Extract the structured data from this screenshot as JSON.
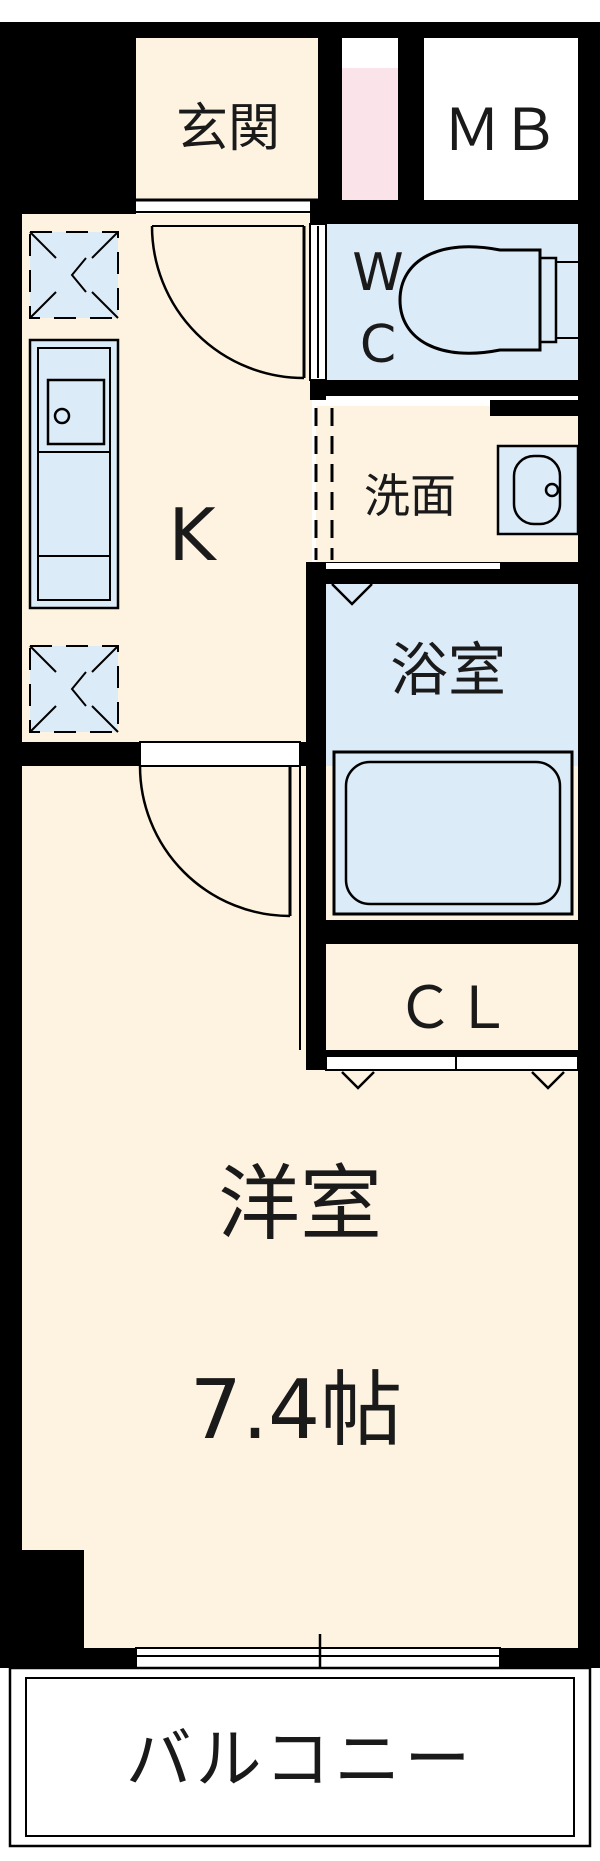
{
  "rooms": {
    "entrance": "玄関",
    "meter_box": "ＭＢ",
    "toilet_line1": "W",
    "toilet_line2": "C",
    "kitchen": "K",
    "washroom": "洗面",
    "bathroom": "浴室",
    "closet": "ＣＬ",
    "western_room": "洋室",
    "western_room_size": "7.4帖",
    "balcony": "バルコニー"
  },
  "colors": {
    "floor": "#fdf3e0",
    "wet_area": "#dcebf8",
    "closet": "#fbe3ea",
    "wall": "#000000"
  }
}
